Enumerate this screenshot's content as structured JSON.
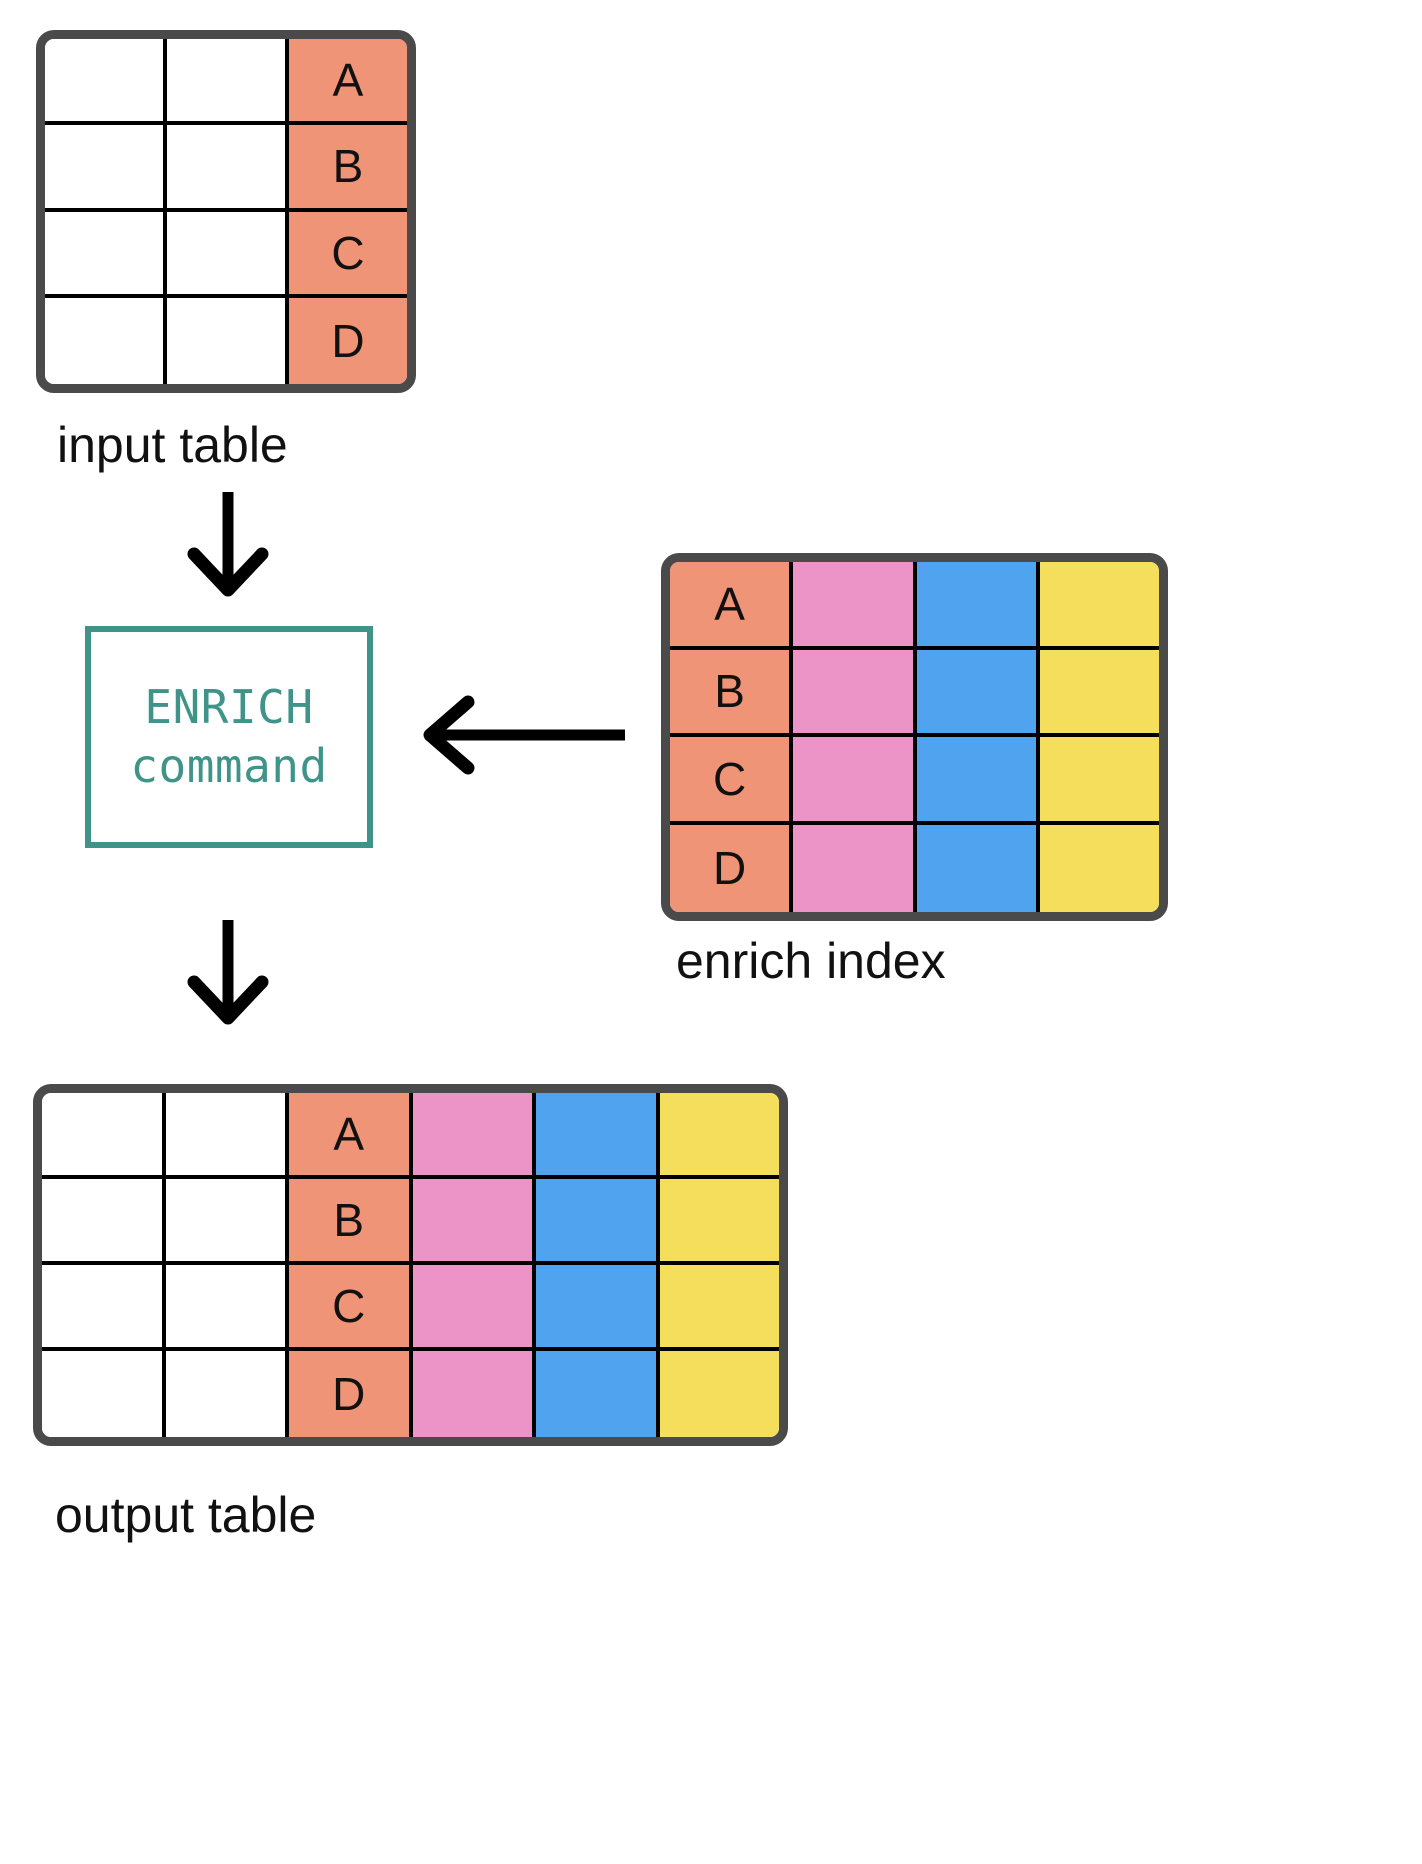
{
  "diagram": {
    "title_semantic": "elasticsearch-enrich-command-flow",
    "colors": {
      "salmon": "#f09478",
      "pink": "#ec93c8",
      "blue": "#4fa3ef",
      "yellow": "#f5de5b",
      "teal": "#3e9489",
      "table_border": "#4a4a4a",
      "cell_grid": "#000000",
      "background": "#ffffff",
      "text": "#111111"
    },
    "input_table": {
      "caption": "input table",
      "columns": 3,
      "rows": 4,
      "column_colors": [
        "white",
        "white",
        "salmon"
      ],
      "cells": [
        [
          "",
          "",
          "A"
        ],
        [
          "",
          "",
          "B"
        ],
        [
          "",
          "",
          "C"
        ],
        [
          "",
          "",
          "D"
        ]
      ]
    },
    "enrich_index": {
      "caption": "enrich index",
      "columns": 4,
      "rows": 4,
      "column_colors": [
        "salmon",
        "pink",
        "blue",
        "yellow"
      ],
      "cells": [
        [
          "A",
          "",
          "",
          ""
        ],
        [
          "B",
          "",
          "",
          ""
        ],
        [
          "C",
          "",
          "",
          ""
        ],
        [
          "D",
          "",
          "",
          ""
        ]
      ]
    },
    "output_table": {
      "caption": "output table",
      "columns": 6,
      "rows": 4,
      "column_colors": [
        "white",
        "white",
        "salmon",
        "pink",
        "blue",
        "yellow"
      ],
      "cells": [
        [
          "",
          "",
          "A",
          "",
          "",
          ""
        ],
        [
          "",
          "",
          "B",
          "",
          "",
          ""
        ],
        [
          "",
          "",
          "C",
          "",
          "",
          ""
        ],
        [
          "",
          "",
          "D",
          "",
          "",
          ""
        ]
      ]
    },
    "command_box": {
      "line1": "ENRICH",
      "line2": "command"
    },
    "arrows": [
      {
        "name": "input-to-command",
        "direction": "down"
      },
      {
        "name": "command-to-output",
        "direction": "down"
      },
      {
        "name": "enrich-index-to-command",
        "direction": "left"
      }
    ]
  }
}
